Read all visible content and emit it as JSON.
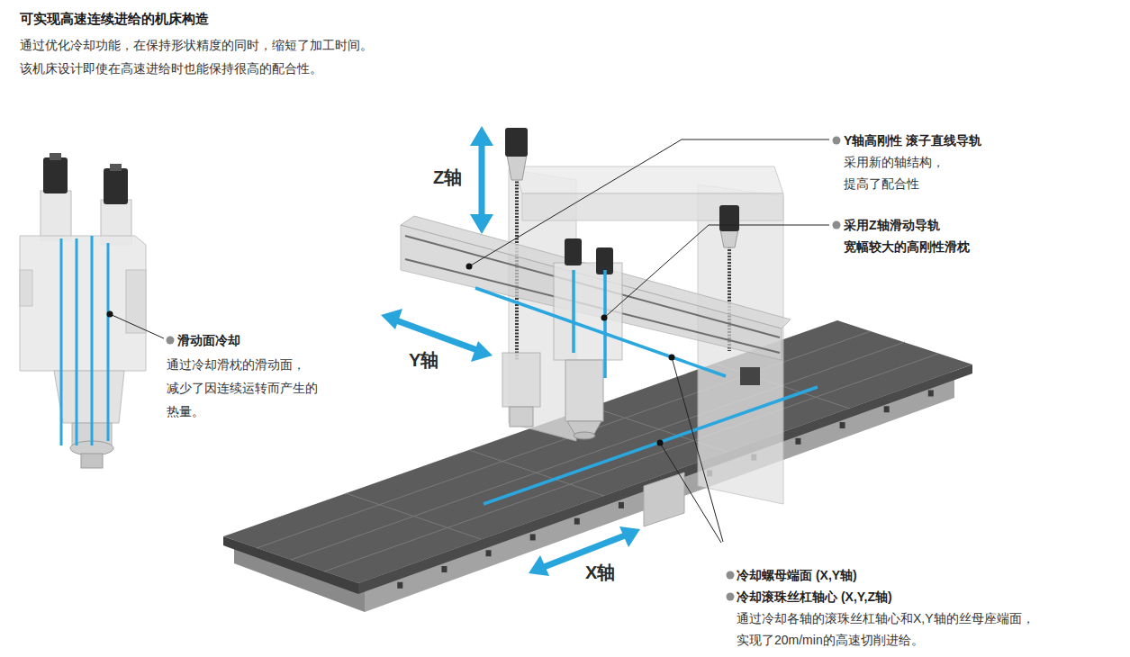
{
  "diagram": {
    "title": "可实现高速连续进给的机床构造",
    "labels": [
      "通过优化冷却功能，在保持形状精度的同时，缩短了加工时间。",
      "该机床设计即使在高速进给时也能保持很高的配合性。",
      "Z轴",
      "Y轴",
      "X轴",
      "Y轴高刚性 滚子直线导轨",
      "采用新的轴结构， 提高了配合性",
      "采用Z轴滑动导轨 宽幅较大的高刚性滑枕",
      "滑动面冷却",
      "通过冷却滑枕的滑动面， 减少了因连续运转而产生的 热量。",
      "冷却螺母端面 (X,Y轴)",
      "冷却滚珠丝杠轴心 (X,Y,Z轴)",
      "通过冷却各轴的滚珠丝杠轴心和X,Y轴的丝母座端面， 实现了20m/min的高速切削进给。"
    ]
  }
}
